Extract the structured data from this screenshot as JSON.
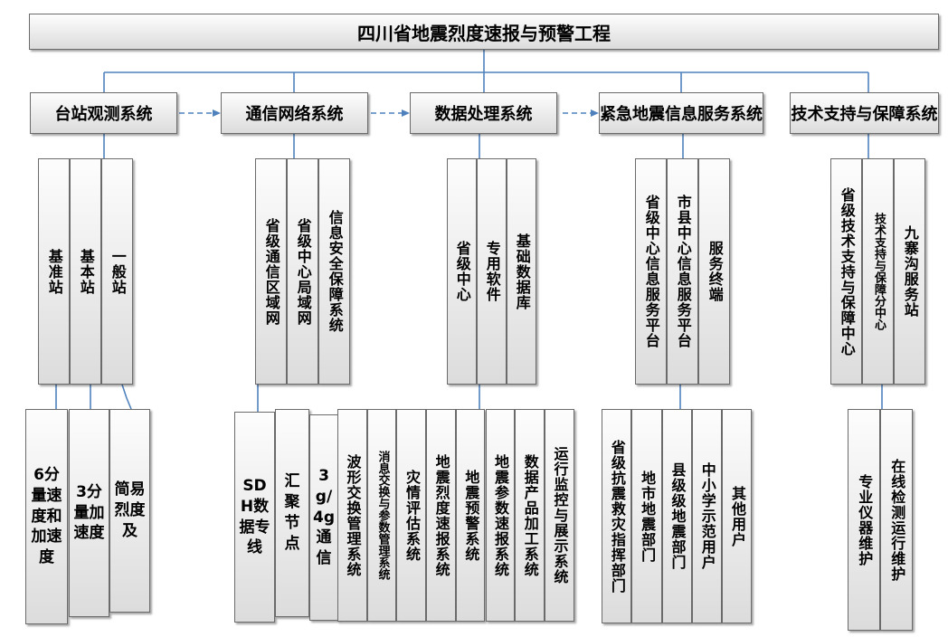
{
  "title": "四川省地震烈度速报与预警工程",
  "systems": [
    {
      "label": "台站观测系统"
    },
    {
      "label": "通信网络系统"
    },
    {
      "label": "数据处理系统"
    },
    {
      "label": "紧急地震信息服务系统"
    },
    {
      "label": "技术支持与保障系统"
    }
  ],
  "station": {
    "mid": [
      "基准站",
      "基本站",
      "一般站"
    ],
    "bottom": [
      "6分量速度和加速度",
      "3分量加速度",
      "简易烈度及"
    ]
  },
  "comm": {
    "mid": [
      "省级通信区域网",
      "省级中心局域网",
      "信息安全保障系统"
    ],
    "bottom": [
      "SDH数据专线",
      "汇聚节点",
      "3g/4g通信"
    ]
  },
  "data": {
    "mid": [
      "省级中心",
      "专用软件",
      "基础数据库"
    ],
    "bottom": [
      "波形交换管理系统",
      "消息交换与参数管理系统",
      "灾情评估系统",
      "地震烈度速报系统",
      "地震预警系统",
      "地震参数速报系统",
      "数据产品加工系统",
      "运行监控与展示系统"
    ]
  },
  "service": {
    "mid": [
      "省级中心信息服务平台",
      "市县中心信息服务平台",
      "服务终端"
    ],
    "bottom": [
      "省级抗震救灾指挥部门",
      "地市地震部门",
      "县级级地震部门",
      "中小学示范用户",
      "其他用户"
    ]
  },
  "support": {
    "mid": [
      "省级技术支持与保障中心",
      "技术支持与保障分中心",
      "九寨沟服务站"
    ],
    "bottom": [
      "专业仪器维护",
      "在线检测运行维护"
    ]
  },
  "colors": {
    "line": "#4f81bd",
    "border": "#6b6b6b"
  }
}
